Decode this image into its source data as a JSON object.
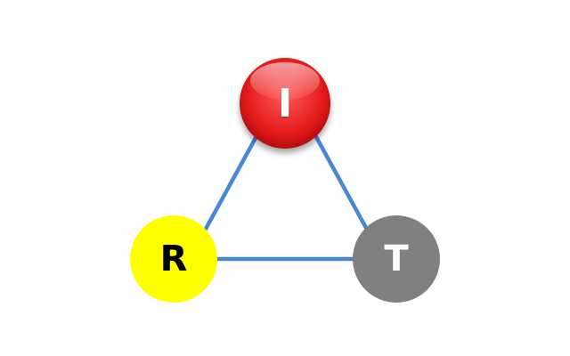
{
  "diagram": {
    "nodes": [
      {
        "id": "I",
        "label": "I",
        "color": "#e51a1a"
      },
      {
        "id": "R",
        "label": "R",
        "color": "#ffff00"
      },
      {
        "id": "T",
        "label": "T",
        "color": "#808080"
      }
    ],
    "edges": [
      {
        "from": "I",
        "to": "R"
      },
      {
        "from": "I",
        "to": "T"
      },
      {
        "from": "R",
        "to": "T"
      }
    ],
    "edge_color": "#4a86d6"
  }
}
